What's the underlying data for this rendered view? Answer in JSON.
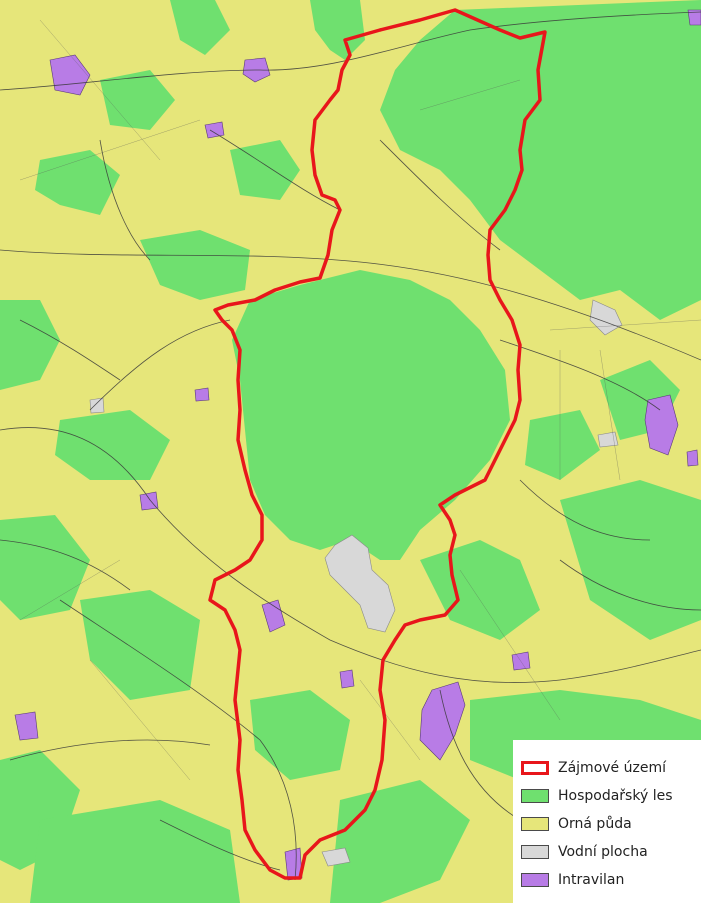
{
  "colors": {
    "arable": "#e6e67a",
    "forest": "#6fe06f",
    "water": "#d8d8d8",
    "built": "#b87ce6",
    "boundary": "#e8161b",
    "road": "#3a3a3a"
  },
  "legend": {
    "items": [
      {
        "label": "Zájmové území",
        "color": "#e8161b",
        "style": "outline"
      },
      {
        "label": "Hospodařský les",
        "color": "#6fe06f",
        "style": "fill"
      },
      {
        "label": "Orná půda",
        "color": "#e6e67a",
        "style": "fill"
      },
      {
        "label": "Vodní plocha",
        "color": "#d8d8d8",
        "style": "fill"
      },
      {
        "label": "Intravilan",
        "color": "#b87ce6",
        "style": "fill"
      }
    ]
  }
}
